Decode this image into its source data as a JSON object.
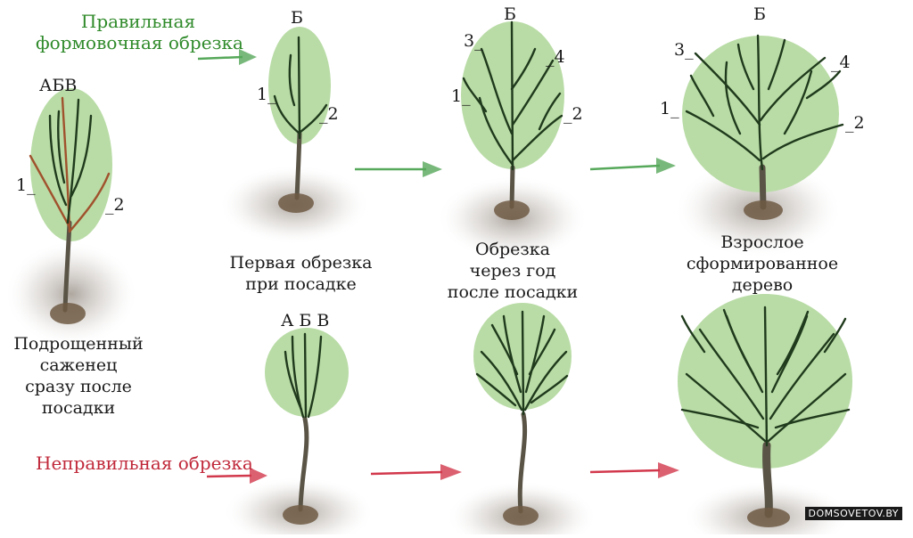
{
  "captions": {
    "correct": [
      "Правильная",
      "формовочная обрезка"
    ],
    "incorrect": "Неправильная обрезка",
    "seedling": [
      "Подрощенный",
      "саженец",
      "сразу после",
      "посадки"
    ],
    "first_cut": [
      "Первая обрезка",
      "при посадке"
    ],
    "year_cut": [
      "Обрезка",
      "через год",
      "после посадки"
    ],
    "adult": [
      "Взрослое",
      "сформированное",
      "дерево"
    ]
  },
  "branch_letters": {
    "abv": "АБВ",
    "b": "Б",
    "a_b_v": "А Б В"
  },
  "branch_numbers": {
    "seedling": {
      "left": "1_",
      "right": "_2"
    },
    "first": {
      "left": "1_",
      "right": "_2"
    },
    "year": {
      "n1": "1_",
      "n2": "_2",
      "n3": "3_",
      "n4": "_4"
    },
    "adult": {
      "n1": "1_",
      "n2": "_2",
      "n3": "3_",
      "n4": "_4"
    }
  },
  "watermark": "DOMSOVETOV.BY",
  "colors": {
    "crown": "#b9dca6",
    "branch": "#1f3a1c",
    "trunk": "#5a5446",
    "soil": "#6e5a44",
    "correct_arrow": "#56a85a",
    "incorrect_arrow": "#d2384c"
  }
}
